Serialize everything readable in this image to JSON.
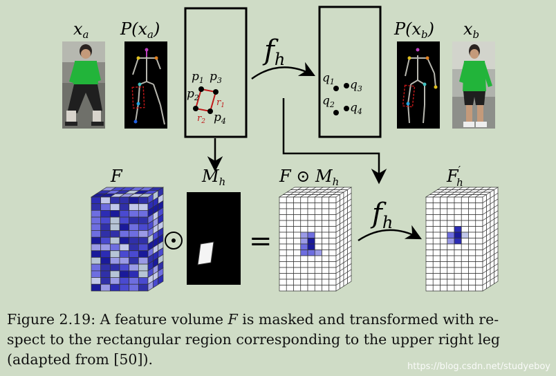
{
  "labels": {
    "xa": "x",
    "xa_sub": "a",
    "pxa": "P(x",
    "pxa_sub": "a",
    "pxa_close": ")",
    "pxb": "P(x",
    "pxb_sub": "b",
    "pxb_close": ")",
    "xb": "x",
    "xb_sub": "b",
    "fh_top": "f",
    "fh_top_sub": "h",
    "fh_bottom": "f",
    "fh_bottom_sub": "h",
    "F": "F",
    "Mh": "M",
    "Mh_sub": "h",
    "FMh": "F ⊙ M",
    "FMh_sub": "h",
    "Fprime": "F",
    "Fprime_sub": "h",
    "Fprime_sup": "′",
    "odot": "⊙",
    "equals": "="
  },
  "points": {
    "p1": "p",
    "p1_sub": "1",
    "p2": "p",
    "p2_sub": "2",
    "p3": "p",
    "p3_sub": "3",
    "p4": "p",
    "p4_sub": "4",
    "q1": "q",
    "q1_sub": "1",
    "q2": "q",
    "q2_sub": "2",
    "q3": "q",
    "q3_sub": "3",
    "q4": "q",
    "q4_sub": "4",
    "r1": "r",
    "r1_sub": "1",
    "r2": "r",
    "r2_sub": "2"
  },
  "caption": {
    "line1_a": "Figure 2.19: A feature volume ",
    "line1_F": "F",
    "line1_b": " is masked and transformed with re-",
    "line2": "spect to the rectangular region corresponding to the upper right leg",
    "line3": "(adapted from [50])."
  },
  "watermark": "https://blog.csdn.net/studyeboy",
  "colors": {
    "background": "#cfdcc6",
    "shirt": "#22b43a",
    "blue_dark": "#1a1a9a",
    "blue_mid": "#4a4ad0",
    "blue_light": "#9a9ae6",
    "mask_red": "#c01818"
  }
}
